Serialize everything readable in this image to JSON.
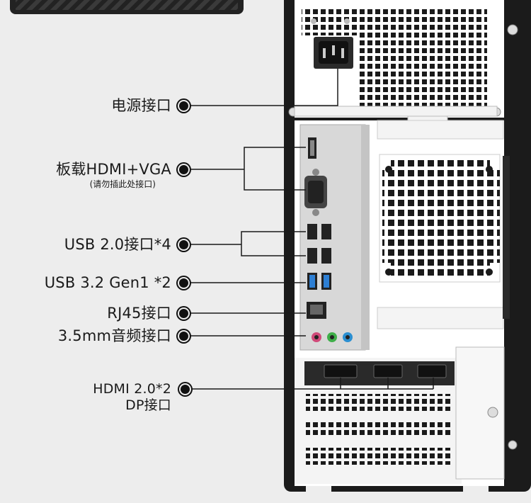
{
  "labels": {
    "power": "电源接口",
    "hdmi_vga": "板载HDMI+VGA",
    "hdmi_vga_note": "(请勿插此处接口)",
    "usb20": "USB 2.0接口*4",
    "usb32": "USB 3.2 Gen1 *2",
    "rj45": "RJ45接口",
    "audio": "3.5mm音频接口",
    "gpu_line1": "HDMI 2.0*2",
    "gpu_line2": "DP接口"
  },
  "colors": {
    "case": "#1b1b1b",
    "panel": "#ffffff",
    "io_plate": "#dadada",
    "usb3_blue": "#2d7fd4",
    "audio_pink": "#d04a79",
    "audio_green": "#3fae49",
    "audio_blue": "#2b8fd1"
  }
}
